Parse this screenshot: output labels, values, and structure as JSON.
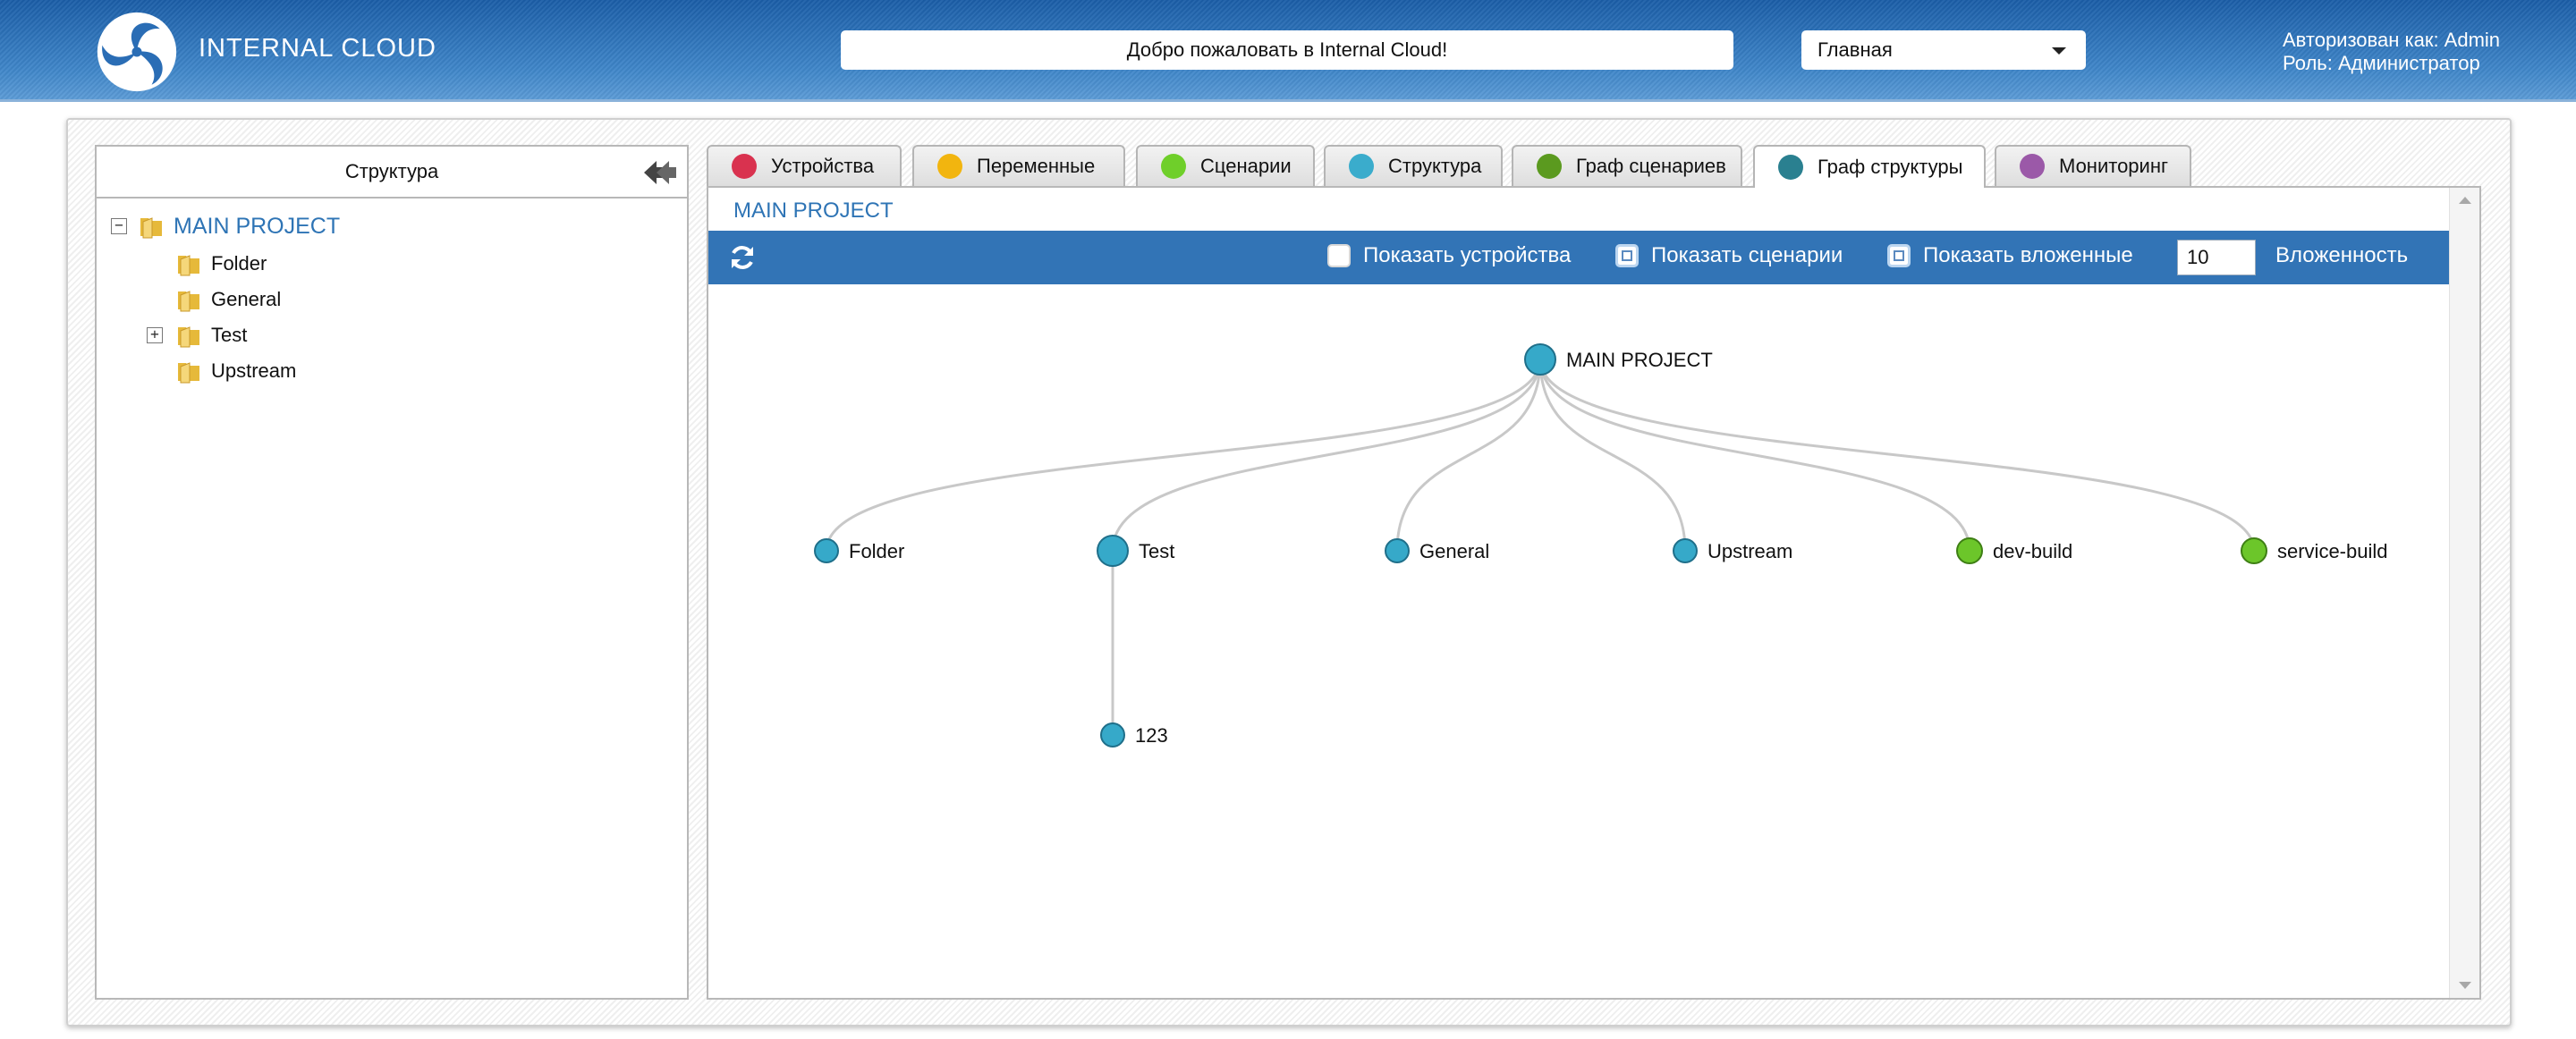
{
  "header": {
    "logo_text": "INTERNAL CLOUD",
    "welcome": "Добро пожаловать в Internal Cloud!",
    "nav_selected": "Главная",
    "auth_line1": "Авторизован как: Admin",
    "auth_line2": "Роль: Администратор"
  },
  "structure_panel": {
    "title": "Структура",
    "tree": {
      "root": {
        "label": "MAIN PROJECT",
        "toggle": "−"
      },
      "children": [
        {
          "label": "Folder"
        },
        {
          "label": "General"
        },
        {
          "label": "Test",
          "toggle": "+"
        },
        {
          "label": "Upstream"
        }
      ]
    }
  },
  "tabs": [
    {
      "label": "Устройства",
      "color": "#d9324f"
    },
    {
      "label": "Переменные",
      "color": "#f2b50f"
    },
    {
      "label": "Сценарии",
      "color": "#6fcf2a"
    },
    {
      "label": "Структура",
      "color": "#3aaccc"
    },
    {
      "label": "Граф сценариев",
      "color": "#5b9a1f"
    },
    {
      "label": "Граф структуры",
      "color": "#2a8090",
      "active": true
    },
    {
      "label": "Мониторинг",
      "color": "#9b59a8"
    }
  ],
  "content": {
    "title": "MAIN PROJECT",
    "toolbar": {
      "show_devices": "Показать устройства",
      "show_scenarios": "Показать сценарии",
      "show_nested": "Показать вложенные",
      "depth_value": "10",
      "depth_label": "Вложенность"
    }
  },
  "graph": {
    "node_colors": {
      "structure": "#36a9c9",
      "scenario": "#6cc62a"
    },
    "nodes": [
      {
        "id": "root",
        "label": "MAIN PROJECT",
        "kind": "structure"
      },
      {
        "id": "folder",
        "label": "Folder",
        "kind": "structure"
      },
      {
        "id": "test",
        "label": "Test",
        "kind": "structure"
      },
      {
        "id": "general",
        "label": "General",
        "kind": "structure"
      },
      {
        "id": "upstream",
        "label": "Upstream",
        "kind": "structure"
      },
      {
        "id": "devbuild",
        "label": "dev-build",
        "kind": "scenario"
      },
      {
        "id": "servicebuild",
        "label": "service-build",
        "kind": "scenario"
      },
      {
        "id": "n123",
        "label": "123",
        "kind": "structure"
      }
    ],
    "edges": [
      [
        "root",
        "folder"
      ],
      [
        "root",
        "test"
      ],
      [
        "root",
        "general"
      ],
      [
        "root",
        "upstream"
      ],
      [
        "root",
        "devbuild"
      ],
      [
        "root",
        "servicebuild"
      ],
      [
        "test",
        "n123"
      ]
    ]
  }
}
